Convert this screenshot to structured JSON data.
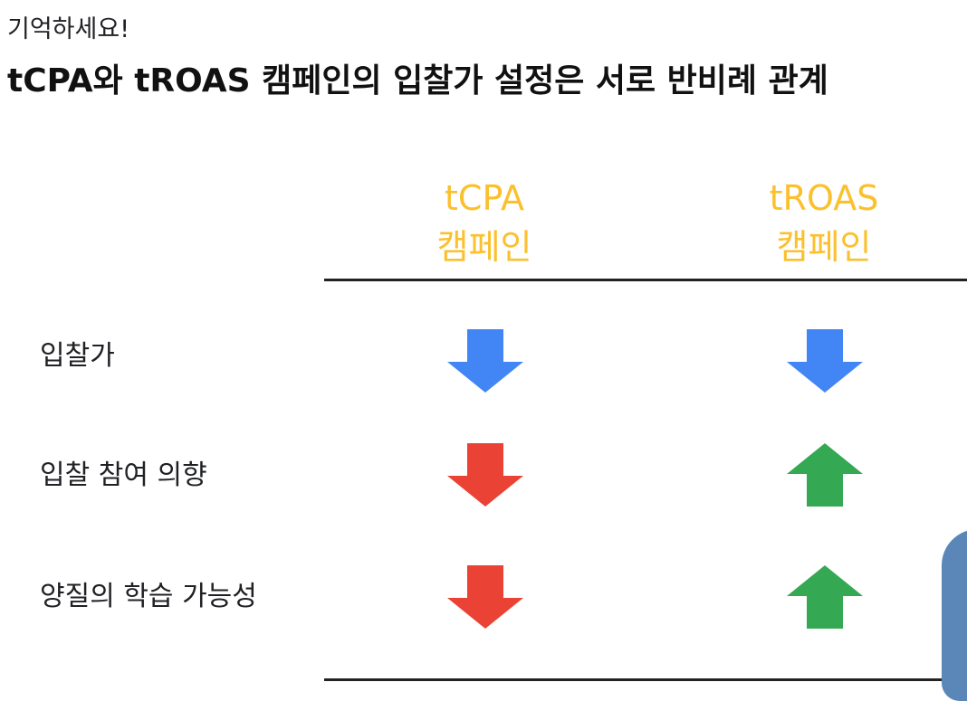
{
  "header": {
    "subtitle": "기억하세요!",
    "title": "tCPA와 tROAS 캠페인의 입찰가 설정은 서로 반비례 관계"
  },
  "table": {
    "columns": [
      {
        "line1": "tCPA",
        "line2": "캠페인"
      },
      {
        "line1": "tROAS",
        "line2": "캠페인"
      }
    ],
    "rows": [
      {
        "label": "입찰가",
        "tcpa": "down",
        "troas": "down"
      },
      {
        "label": "입찰 참여 의향",
        "tcpa": "down",
        "troas": "up"
      },
      {
        "label": "양질의 학습 가능성",
        "tcpa": "down",
        "troas": "up"
      }
    ]
  },
  "colors": {
    "heading": "#FBC02D",
    "arrow_blue": "#4285F4",
    "arrow_red": "#EA4335",
    "arrow_green": "#34A853"
  },
  "icons": {
    "down_arrow": "arrow-down-icon",
    "up_arrow": "arrow-up-icon"
  }
}
